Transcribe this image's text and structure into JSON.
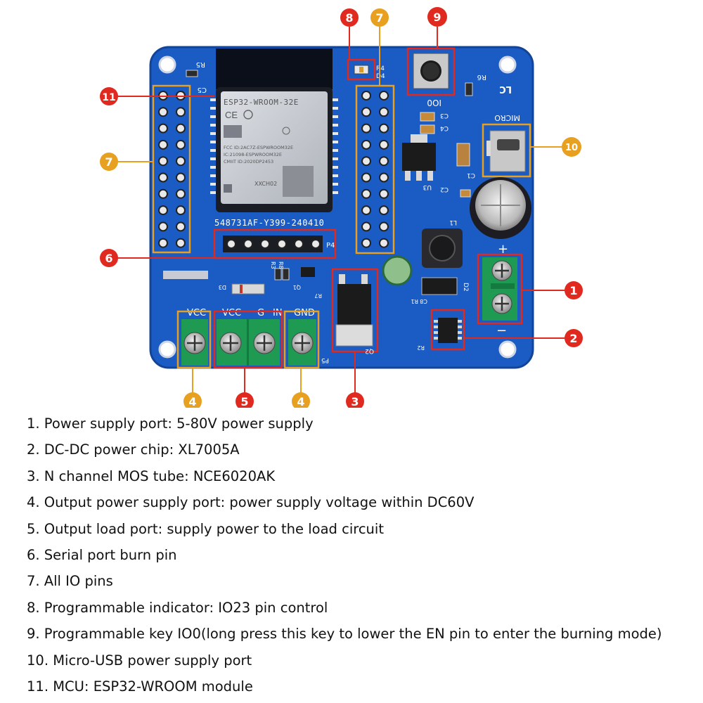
{
  "colors": {
    "board": "#1a5bc4",
    "board_edge": "#12449a",
    "callout_red": "#e12a1f",
    "callout_orange": "#e8a020",
    "terminal_green": "#1f9a52",
    "silkscreen": "#ffffff"
  },
  "module": {
    "name": "ESP32-WROOM-32E",
    "lines": [
      "FCC ID:2AC7Z-ESPWROOM32E",
      "IC:21098-ESPWROOM32E",
      "CMIIT ID:2020DP2453"
    ],
    "code": "XXCH02",
    "marking": "548731AF-Y399-240410"
  },
  "silkscreen": {
    "r5": "R5",
    "c5": "C5",
    "r4": "R4",
    "d4": "D4",
    "r6": "R6",
    "lc": "LC",
    "io0": "IO0",
    "c3": "C3",
    "c4": "C4",
    "micro": "MICRO",
    "u3": "U3",
    "c2": "C2",
    "c1": "C1",
    "l1": "L1",
    "p4": "P4",
    "r3": "R3",
    "r8": "R8",
    "q1": "Q1",
    "d3": "D3",
    "r7": "R7",
    "r1": "R1",
    "c8": "C8",
    "d2": "D2",
    "r2": "R2",
    "p5": "P5",
    "q2": "Q2",
    "plus": "+",
    "minus": "−",
    "vcc1": "VCC",
    "vcc2": "VCC",
    "g": "G",
    "in": "IN",
    "gnd": "GND"
  },
  "callouts": {
    "c1": "1",
    "c2": "2",
    "c3": "3",
    "c4a": "4",
    "c4b": "4",
    "c5": "5",
    "c6": "6",
    "c7a": "7",
    "c7b": "7",
    "c8": "8",
    "c9": "9",
    "c10": "10",
    "c11": "11"
  },
  "legend": [
    "1. Power supply port: 5-80V power supply",
    "2. DC-DC power chip: XL7005A",
    "3. N channel MOS tube: NCE6020AK",
    "4. Output power supply port: power supply voltage within DC60V",
    "5. Output load port: supply power to the load circuit",
    "6. Serial port burn pin",
    "7. All IO pins",
    "8. Programmable indicator: IO23 pin control",
    "9. Programmable key IO0(long press this key to lower the EN pin to enter the burning mode)",
    "10. Micro-USB power supply port",
    "11. MCU: ESP32-WROOM module"
  ]
}
